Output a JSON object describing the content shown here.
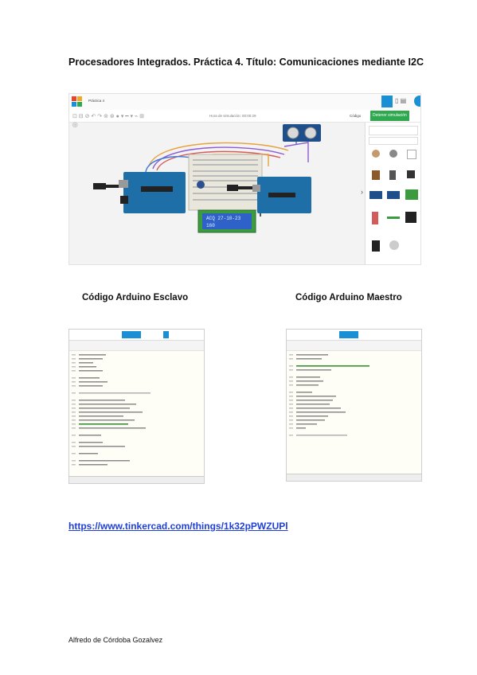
{
  "document": {
    "title": "Procesadores Integrados. Práctica 4. Título: Comunicaciones mediante I2C",
    "slave_caption": "Código Arduino Esclavo",
    "master_caption": "Código Arduino Maestro",
    "link": "https://www.tinkercad.com/things/1k32pPWZUPl",
    "author": "Alfredo de Córdoba Gozalvez"
  },
  "tinkercad": {
    "project_name": "Práctica 4",
    "sim_time": "Hora de simulación: 00:00:29",
    "start_button": "Detener simulación",
    "code_button": "Código",
    "lcd_line1": "ACQ 27-10-23",
    "lcd_line2": "160"
  },
  "colors": {
    "arduino_blue": "#1e6fa8",
    "breadboard": "#e9e6dc",
    "lcd_green": "#3c9a3f",
    "tinkercad_green": "#2fa84f",
    "tinkercad_blue": "#1a8fd6",
    "link_blue": "#1f3fd6"
  }
}
